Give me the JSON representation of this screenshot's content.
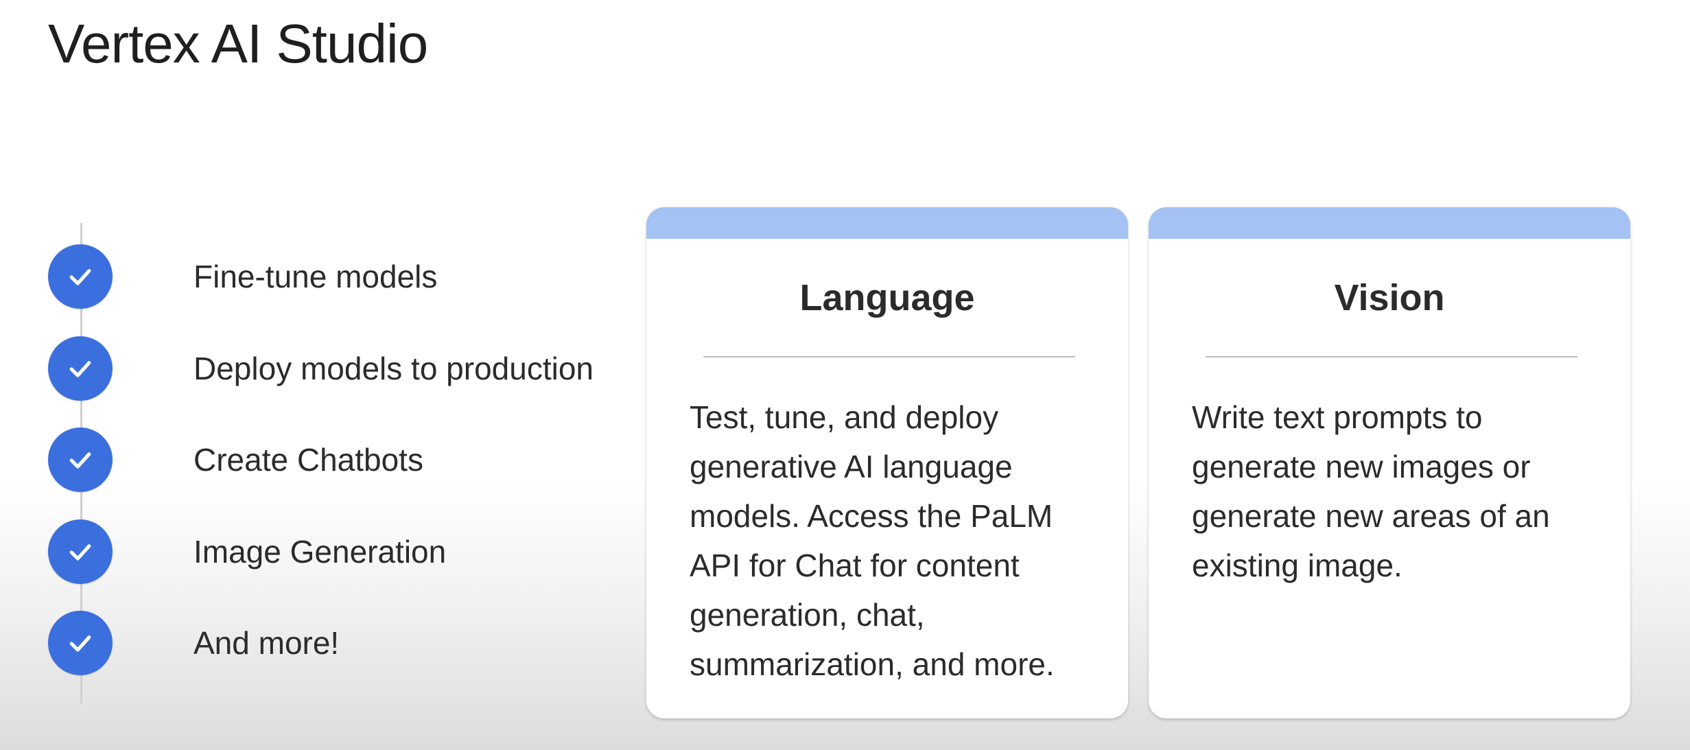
{
  "title": "Vertex AI Studio",
  "checklist": [
    {
      "label": "Fine-tune models",
      "icon": "checkmark-icon"
    },
    {
      "label": "Deploy models to production",
      "icon": "checkmark-icon"
    },
    {
      "label": "Create Chatbots",
      "icon": "checkmark-icon"
    },
    {
      "label": "Image Generation",
      "icon": "checkmark-icon"
    },
    {
      "label": "And more!",
      "icon": "checkmark-icon"
    }
  ],
  "cards": [
    {
      "title": "Language",
      "body": "Test, tune, and deploy generative AI language models. Access the PaLM API for Chat for content generation, chat, summarization, and more."
    },
    {
      "title": "Vision",
      "body": "Write text prompts to generate new images or generate new areas of an existing image."
    }
  ],
  "colors": {
    "check_circle": "#3b6fde",
    "card_topbar": "#a4c2f4",
    "text": "#2b2b2b"
  }
}
